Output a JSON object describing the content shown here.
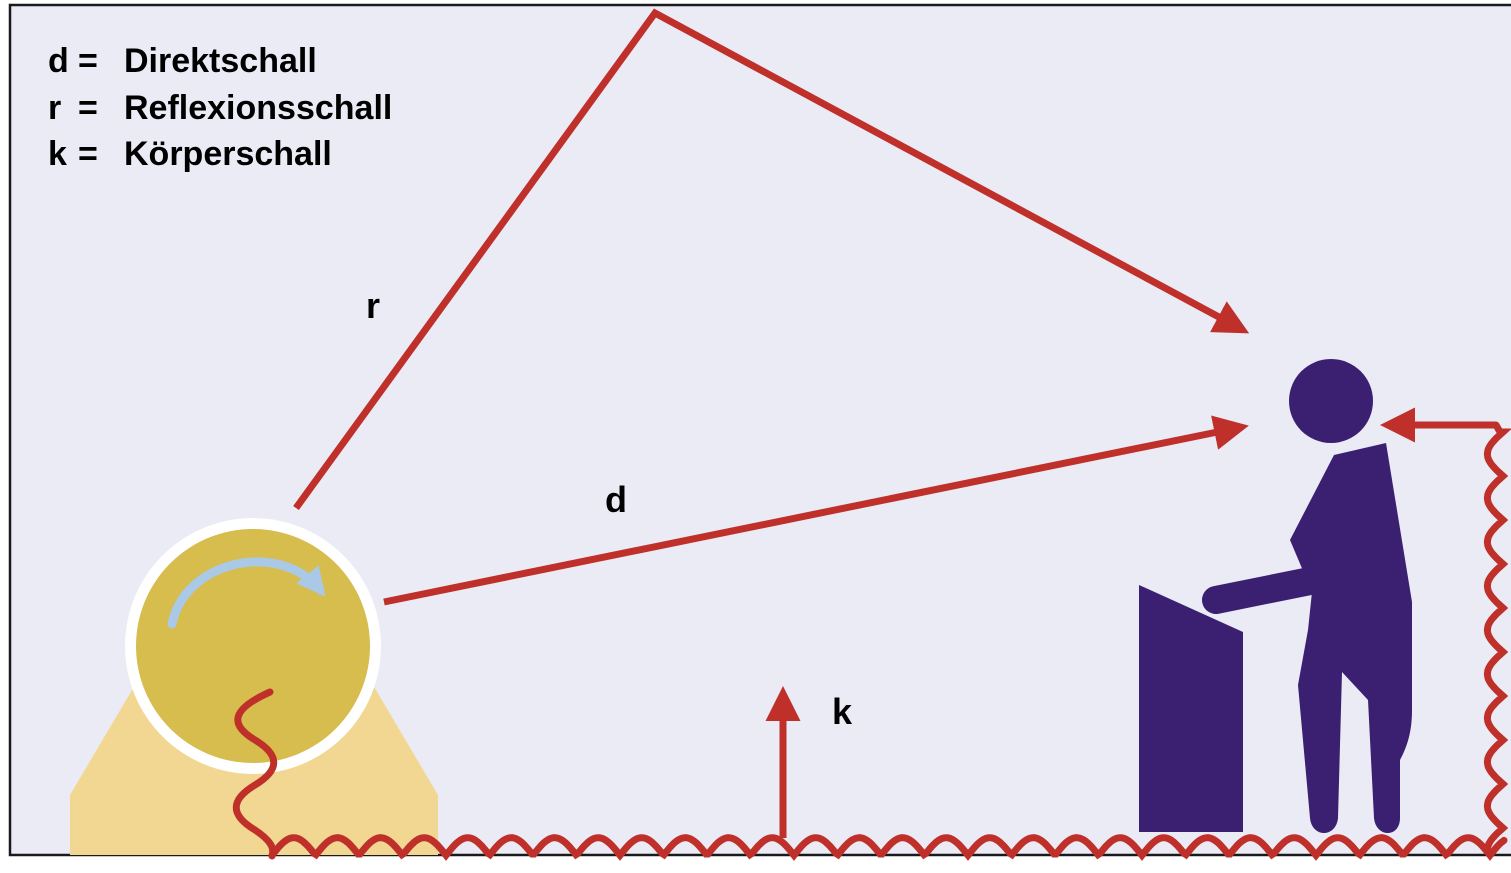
{
  "legend": [
    {
      "key": "d",
      "sep": "=",
      "label": "Direktschall"
    },
    {
      "key": "r",
      "sep": "=",
      "label": "Reflexionsschall"
    },
    {
      "key": "k",
      "sep": "=",
      "label": "Körperschall"
    }
  ],
  "path_labels": {
    "reflected": "r",
    "direct": "d",
    "structure": "k"
  },
  "colors": {
    "background": "#eaebf5",
    "border": "#1a1a1a",
    "sound_path": "#c0302a",
    "machine_base": "#f1d792",
    "machine_wheel": "#d7bc4e",
    "rotation_arrow": "#a9c9e6",
    "person": "#3b1f70"
  },
  "icons": {
    "machine": "rotating-machine-icon",
    "person": "person-icon",
    "desk": "desk-icon"
  }
}
